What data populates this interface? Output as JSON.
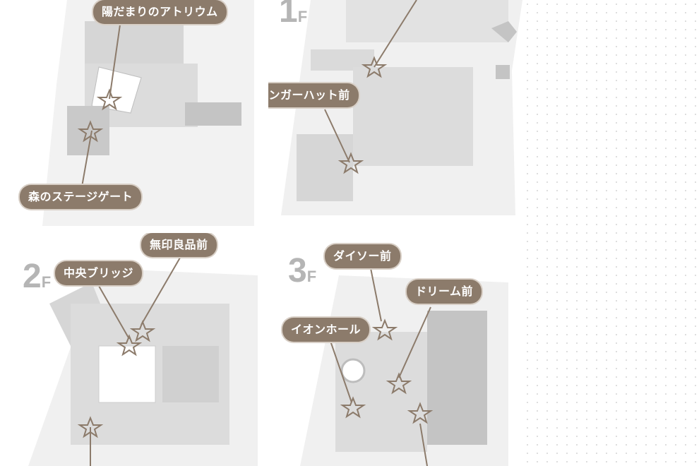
{
  "floors": {
    "p1": {
      "num": "",
      "unit": ""
    },
    "p2": {
      "num": "1",
      "unit": "F"
    },
    "p3": {
      "num": "2",
      "unit": "F"
    },
    "p4": {
      "num": "3",
      "unit": "F"
    }
  },
  "labels": {
    "atrium": "陽だまりのアトリウム",
    "stage_gate": "森のステージゲート",
    "ringer_hut": "リンガーハット前",
    "central_bridge": "中央ブリッジ",
    "muji": "無印良品前",
    "daiso": "ダイソー前",
    "dream": "ドリーム前",
    "aeon_hall": "イオンホール"
  },
  "colors": {
    "tag": "#8c7b6b",
    "map_floor": "#f0f0f0",
    "map_building": "#dadada",
    "map_dark": "#c4c4c4",
    "star": "#8c7b6b"
  },
  "icons": [
    "star-icon"
  ]
}
